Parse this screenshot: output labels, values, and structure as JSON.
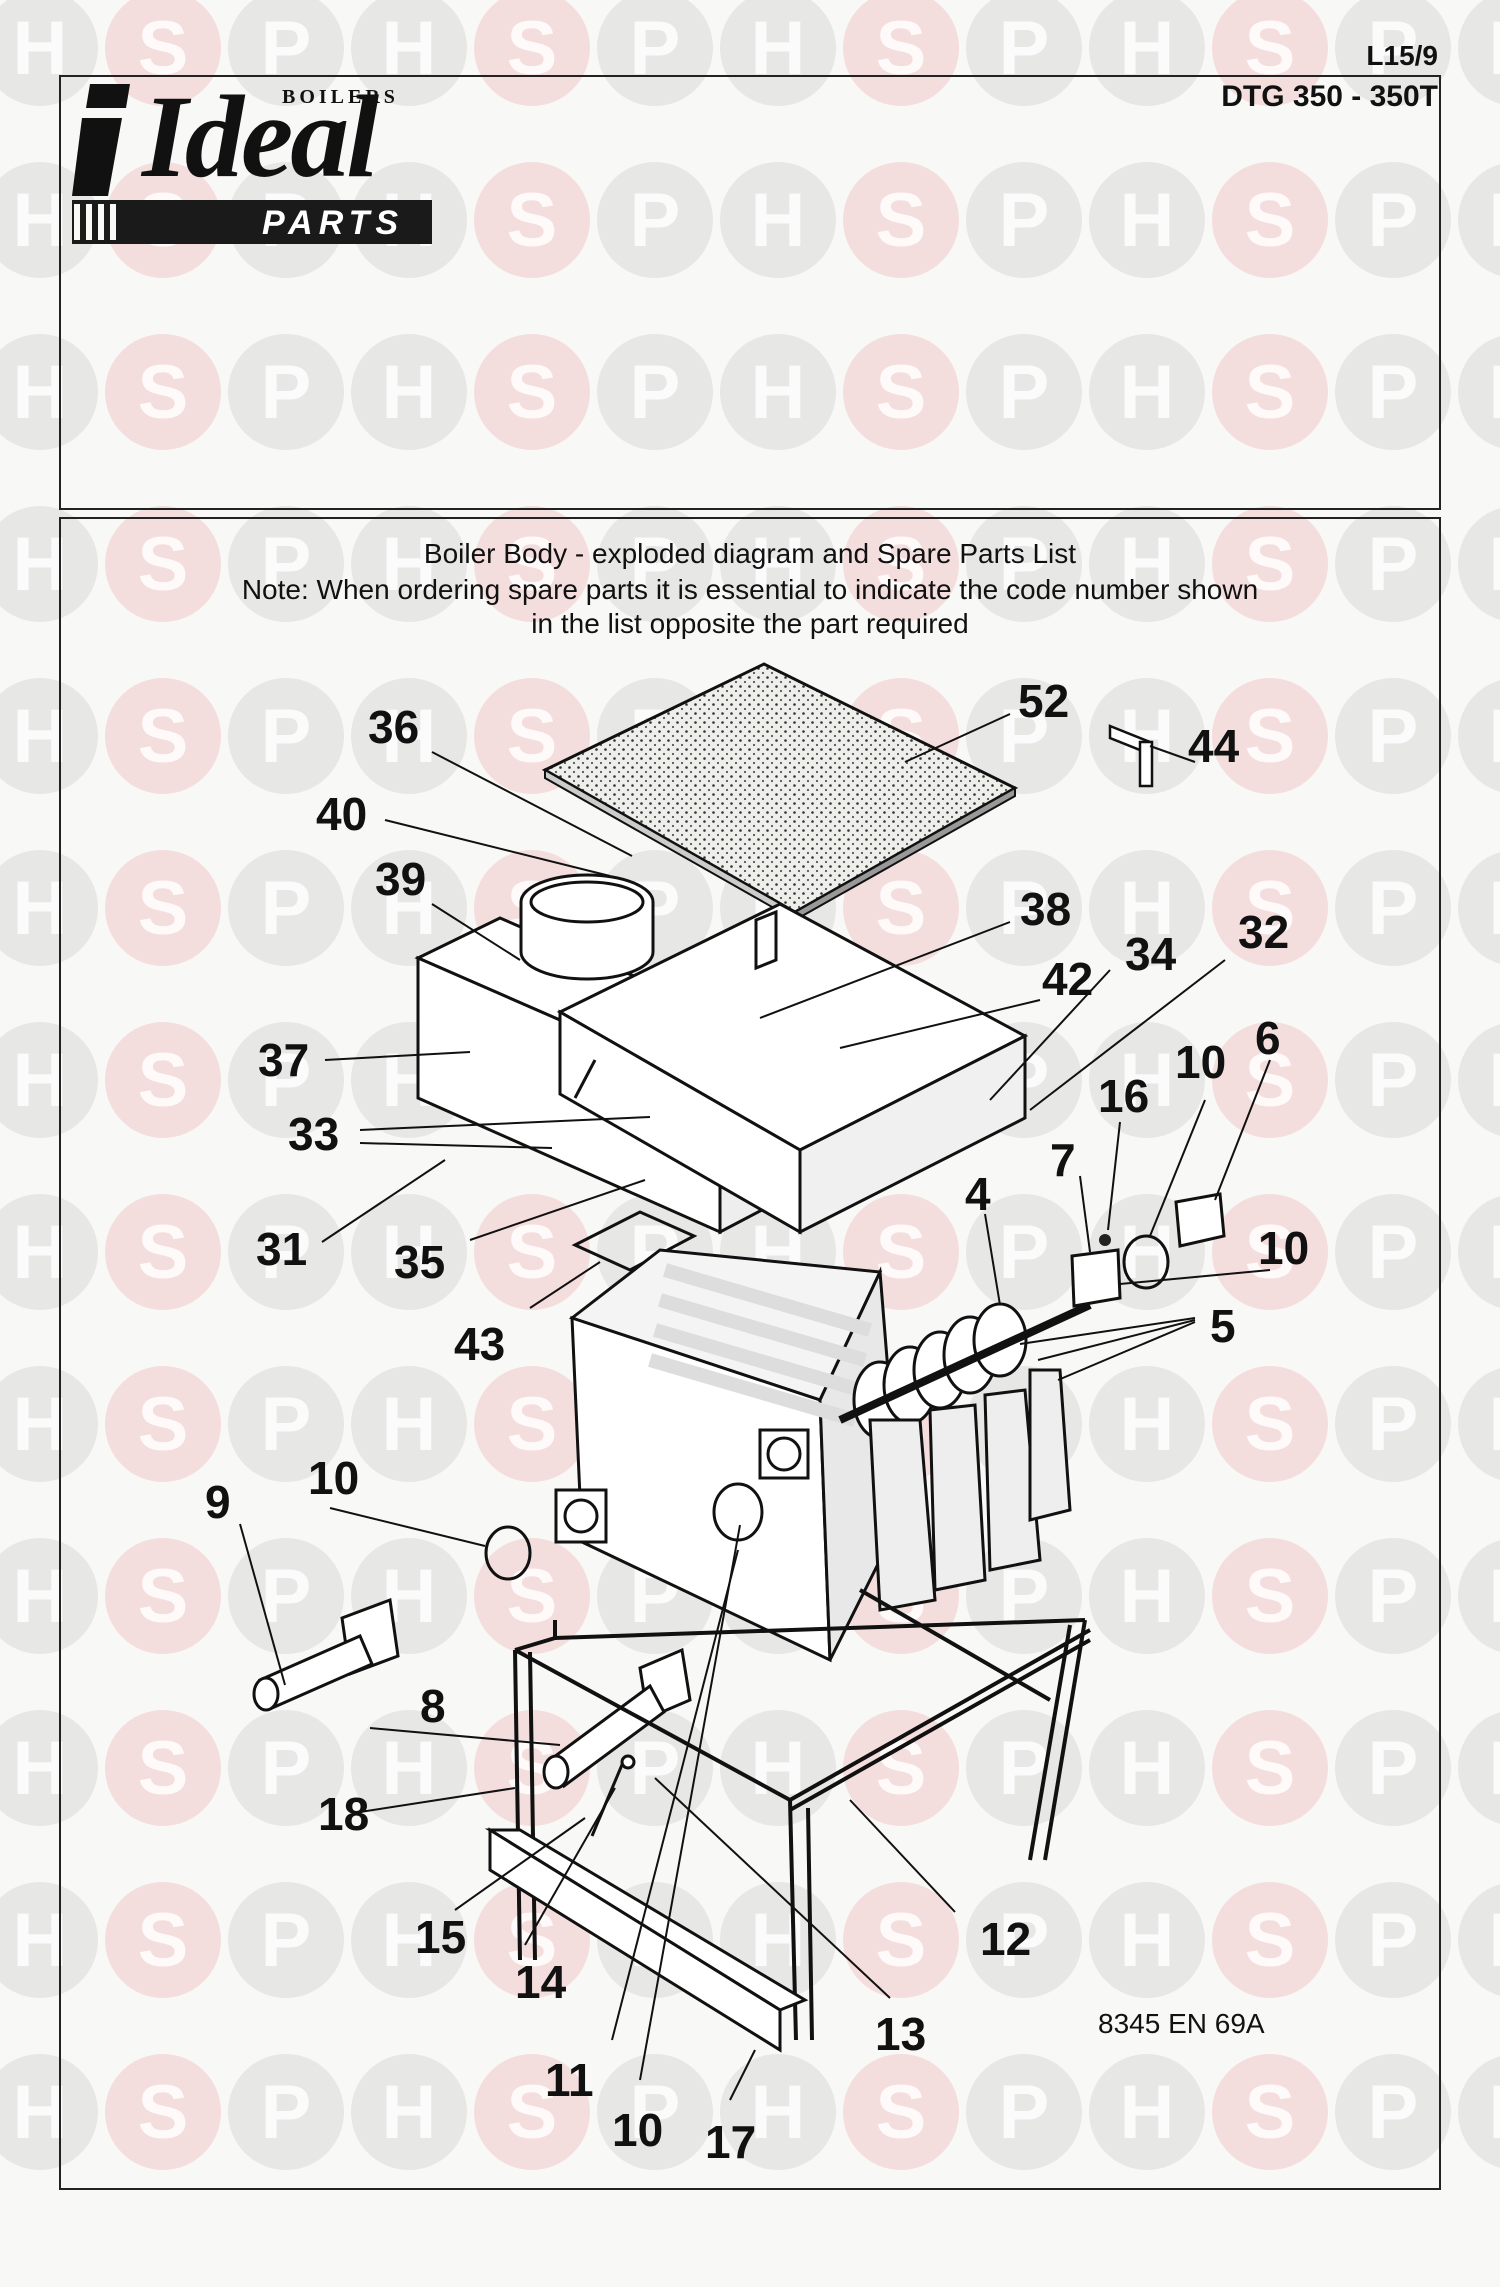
{
  "header": {
    "page_code": "L15/9",
    "model": "DTG 350 - 350T"
  },
  "logo": {
    "boilers": "BOILERS",
    "ideal": "Ideal",
    "parts": "PARTS"
  },
  "watermark": {
    "letters": [
      "H",
      "S",
      "P"
    ]
  },
  "heading": {
    "line1": "Boiler Body - exploded diagram and Spare Parts List",
    "line2": "Note: When ordering spare parts it is essential to indicate the code number shown",
    "line3": "in the list opposite the part required"
  },
  "callouts": {
    "c36": "36",
    "c52": "52",
    "c44": "44",
    "c40": "40",
    "c39": "39",
    "c38": "38",
    "c34": "34",
    "c32": "32",
    "c42": "42",
    "c37": "37",
    "c6": "6",
    "c10a": "10",
    "c16": "16",
    "c33": "33",
    "c7": "7",
    "c4": "4",
    "c10b": "10",
    "c31": "31",
    "c35": "35",
    "c5": "5",
    "c43": "43",
    "c10c": "10",
    "c9": "9",
    "c8": "8",
    "c18": "18",
    "c12": "12",
    "c15": "15",
    "c14": "14",
    "c13": "13",
    "c11": "11",
    "c10d": "10",
    "c17": "17"
  },
  "drawing_ref": "8345 EN 69A",
  "colors": {
    "watermark_grey": "#d8d8d8",
    "watermark_pink": "#f0c8c8",
    "center_logo_blue": "#c9d8ec"
  }
}
